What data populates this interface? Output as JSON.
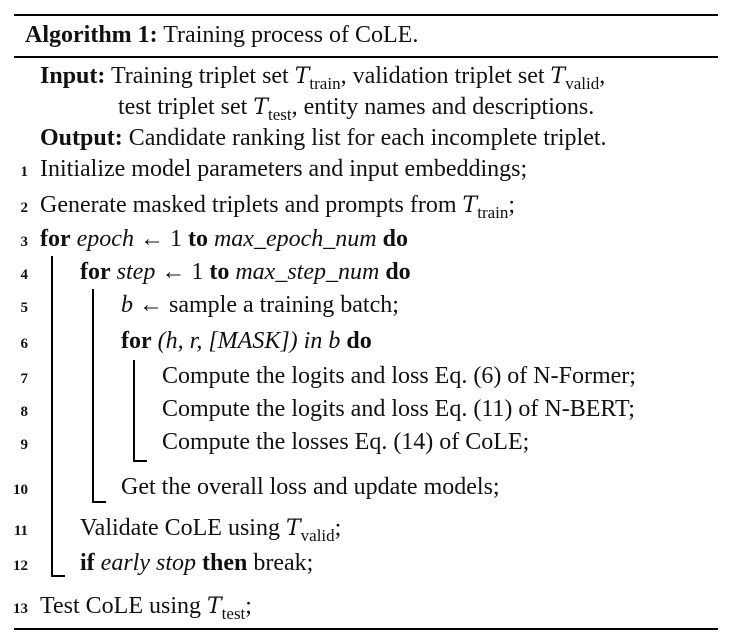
{
  "title": {
    "label": "Algorithm 1:",
    "text": "Training process of CoLE."
  },
  "io": {
    "input_label": "Input:",
    "input_line1_a": "Training triplet set",
    "input_line1_b": ", validation triplet set",
    "input_line1_c": ",",
    "input_line2_a": "test triplet set",
    "input_line2_b": ", entity names and descriptions.",
    "output_label": "Output:",
    "output_text": "Candidate ranking list for each incomplete triplet."
  },
  "symbols": {
    "T": "T",
    "train": "train",
    "valid": "valid",
    "test": "test"
  },
  "lines": {
    "n1": "1",
    "l1": "Initialize model parameters and input embeddings;",
    "n2": "2",
    "l2": "Generate masked triplets and prompts from",
    "n3": "3",
    "for": "for",
    "epoch": "epoch",
    "arrow": "←",
    "one": "1",
    "to": "to",
    "max_epoch": "max_epoch_num",
    "do": "do",
    "n4": "4",
    "step": "step",
    "max_step": "max_step_num",
    "n5": "5",
    "b": "b",
    "l5": "sample a training batch;",
    "n6": "6",
    "tuple": "(h, r, [MASK])",
    "in_b": "in b",
    "n7": "7",
    "l7": "Compute the logits and loss Eq. (6) of N-Former;",
    "n8": "8",
    "l8": "Compute the logits and loss Eq. (11) of N-BERT;",
    "n9": "9",
    "l9": "Compute the losses Eq. (14) of CoLE;",
    "n10": "10",
    "l10": "Get the overall loss and update models;",
    "n11": "11",
    "l11": "Validate CoLE using",
    "n12": "12",
    "if": "if",
    "early_stop": "early stop",
    "then": "then",
    "break": "break;",
    "n13": "13",
    "l13": "Test CoLE using",
    "semicolon": ";"
  }
}
